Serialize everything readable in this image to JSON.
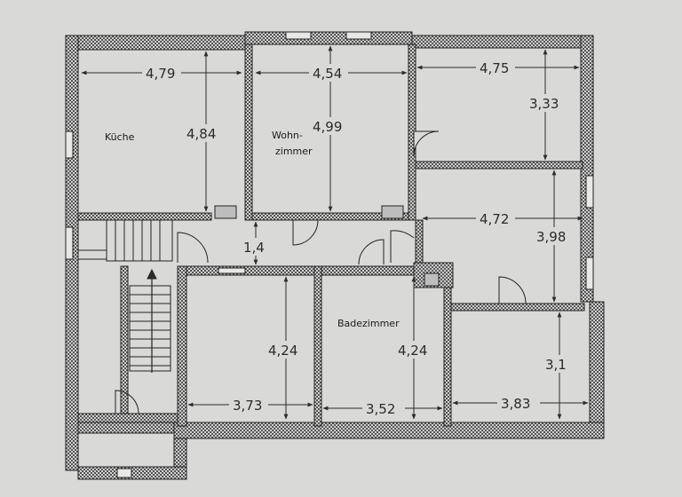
{
  "rooms": {
    "kueche": "Küche",
    "wohnzimmer_1": "Wohn-",
    "wohnzimmer_2": "zimmer",
    "badezimmer": "Badezimmer"
  },
  "dimensions": {
    "kueche_width": "4,79",
    "kueche_height": "4,84",
    "wohn_width": "4,54",
    "wohn_height": "4,99",
    "ne_width": "4,75",
    "ne_height": "3,33",
    "east_width": "4,72",
    "east_height": "3,98",
    "hall_height": "1,4",
    "s1_height": "4,24",
    "s1_width": "3,73",
    "bad_height": "4,24",
    "bad_width": "3,52",
    "se_height": "3,1",
    "se_width": "3,83"
  },
  "colors": {
    "paper": "#d9d9d7",
    "wall": "#3a3a3a",
    "line": "#2b2b2b"
  }
}
